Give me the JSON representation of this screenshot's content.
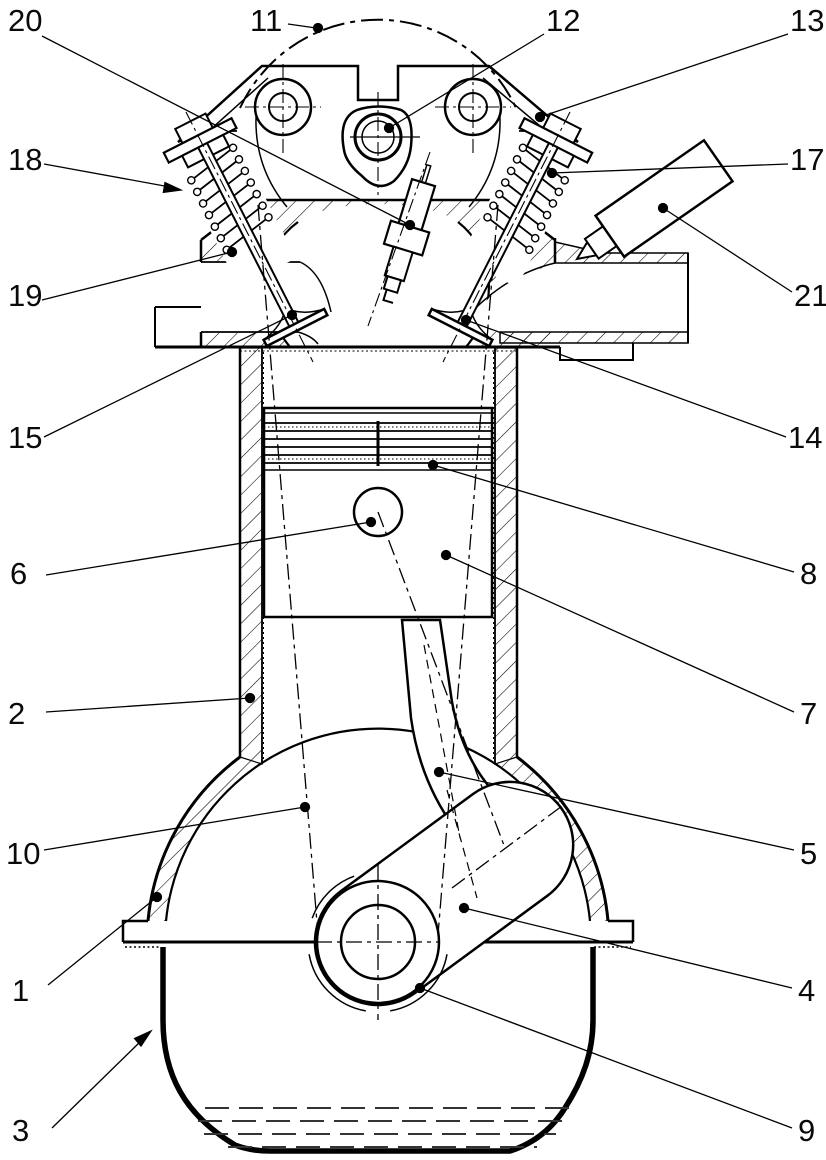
{
  "figure": {
    "background": "#ffffff",
    "line_color": "#000000"
  },
  "labels": [
    {
      "text": "1"
    },
    {
      "text": "2"
    },
    {
      "text": "3"
    },
    {
      "text": "4"
    },
    {
      "text": "5"
    },
    {
      "text": "6"
    },
    {
      "text": "7"
    },
    {
      "text": "8"
    },
    {
      "text": "9"
    },
    {
      "text": "10"
    },
    {
      "text": "11"
    },
    {
      "text": "12"
    },
    {
      "text": "13"
    },
    {
      "text": "14"
    },
    {
      "text": "15"
    },
    {
      "text": "17"
    },
    {
      "text": "18"
    },
    {
      "text": "19"
    },
    {
      "text": "20"
    },
    {
      "text": "21"
    }
  ]
}
